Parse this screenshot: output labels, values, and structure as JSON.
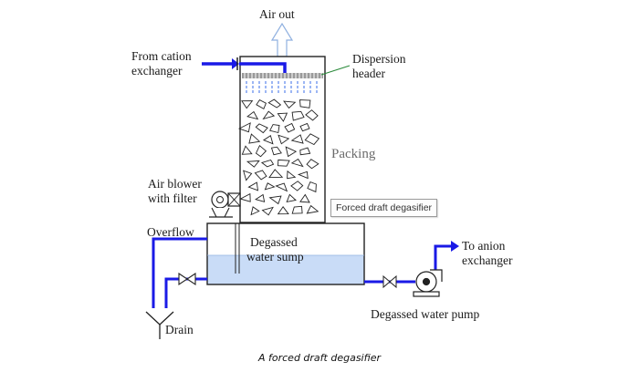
{
  "labels": {
    "air_out": "Air out",
    "from_cation": [
      "From cation",
      "exchanger"
    ],
    "dispersion": [
      "Dispersion",
      "header"
    ],
    "packing": "Packing",
    "air_blower": [
      "Air blower",
      "with filter"
    ],
    "overflow": "Overflow",
    "sump": [
      "Degassed",
      "water sump"
    ],
    "to_anion": [
      "To anion",
      "exchanger"
    ],
    "drain": "Drain",
    "pump": "Degassed water pump"
  },
  "tooltip": "Forced draft degasifier",
  "caption": "A forced draft degasifier",
  "colors": {
    "pipe": "#1a1ae6",
    "water": "#c9dcf7",
    "leader": "#2a8a3a",
    "outline": "#222222"
  }
}
